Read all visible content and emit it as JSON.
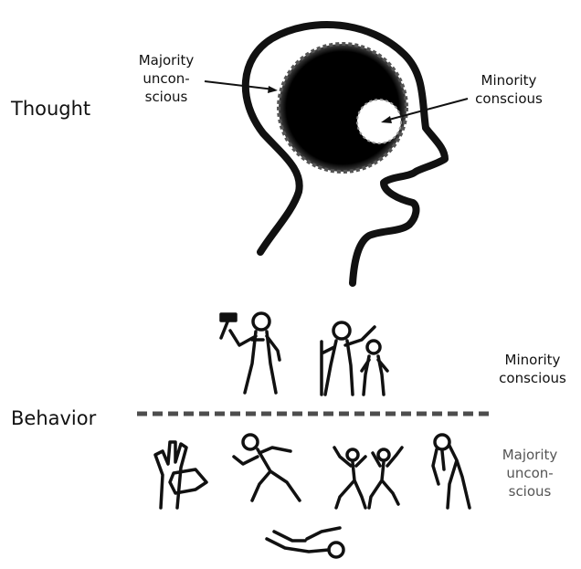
{
  "thought": {
    "label": "Thought",
    "unconscious_label": [
      "Majority",
      "uncon-",
      "scious"
    ],
    "conscious_label": [
      "Minority",
      "conscious"
    ]
  },
  "behavior": {
    "label": "Behavior",
    "conscious_label": [
      "Minority",
      "conscious"
    ],
    "unconscious_label": [
      "Majority",
      "uncon-",
      "scious"
    ]
  },
  "colors": {
    "ink": "#111111",
    "muted_text": "#555555",
    "divider": "#4d4d4d"
  }
}
